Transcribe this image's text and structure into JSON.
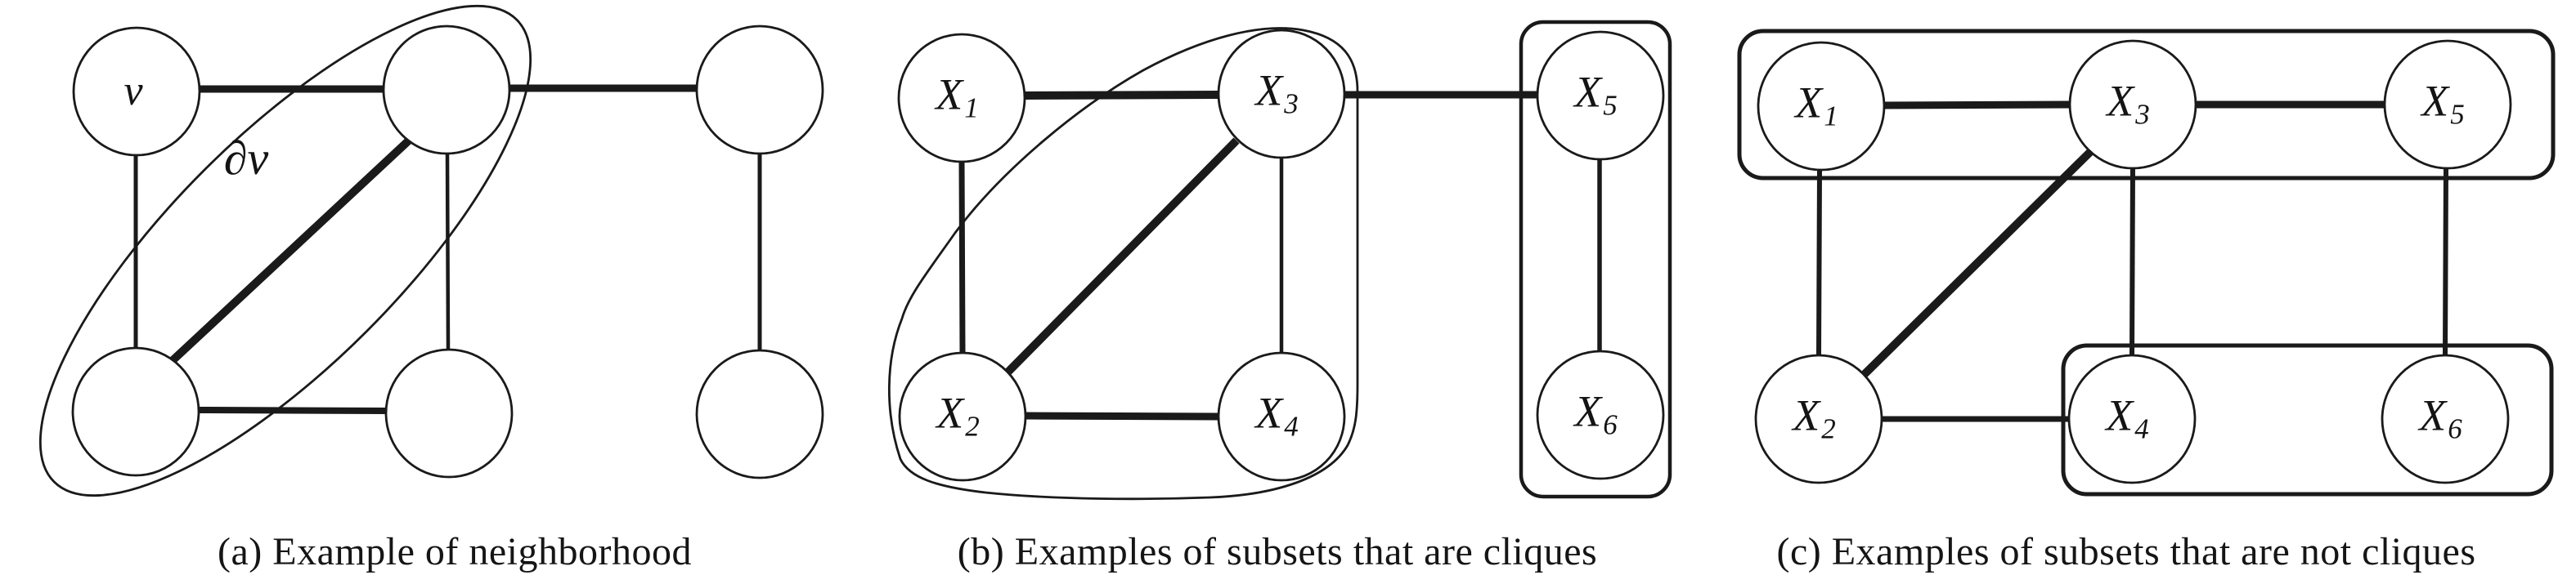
{
  "figure": {
    "background_color": "#ffffff",
    "ink_color": "#1a1a1a",
    "panels": {
      "a": {
        "caption": "(a) Example of neighborhood",
        "vertex_label": "v",
        "boundary_label": "∂v",
        "highlight_description": "tilted thin ellipse enclosing the two neighbor nodes of v (top-middle and bottom-left), labeled ∂v"
      },
      "b": {
        "caption": "(b) Examples of subsets that are cliques",
        "nodes": [
          {
            "id": "X1",
            "main": "X",
            "sub": "1"
          },
          {
            "id": "X2",
            "main": "X",
            "sub": "2"
          },
          {
            "id": "X3",
            "main": "X",
            "sub": "3"
          },
          {
            "id": "X4",
            "main": "X",
            "sub": "4"
          },
          {
            "id": "X5",
            "main": "X",
            "sub": "5"
          },
          {
            "id": "X6",
            "main": "X",
            "sub": "6"
          }
        ],
        "clique_groups": [
          [
            "X2",
            "X3",
            "X4"
          ],
          [
            "X5",
            "X6"
          ]
        ]
      },
      "c": {
        "caption": "(c) Examples of subsets that are not cliques",
        "nodes": [
          {
            "id": "X1",
            "main": "X",
            "sub": "1"
          },
          {
            "id": "X2",
            "main": "X",
            "sub": "2"
          },
          {
            "id": "X3",
            "main": "X",
            "sub": "3"
          },
          {
            "id": "X4",
            "main": "X",
            "sub": "4"
          },
          {
            "id": "X5",
            "main": "X",
            "sub": "5"
          },
          {
            "id": "X6",
            "main": "X",
            "sub": "6"
          }
        ],
        "non_clique_groups": [
          [
            "X1",
            "X3",
            "X5"
          ],
          [
            "X4",
            "X6"
          ]
        ]
      }
    },
    "graph_edges": [
      "X1–X3",
      "X3–X5",
      "X1–X2",
      "X3–X4",
      "X5–X6",
      "X2–X4",
      "X2–X3"
    ]
  }
}
